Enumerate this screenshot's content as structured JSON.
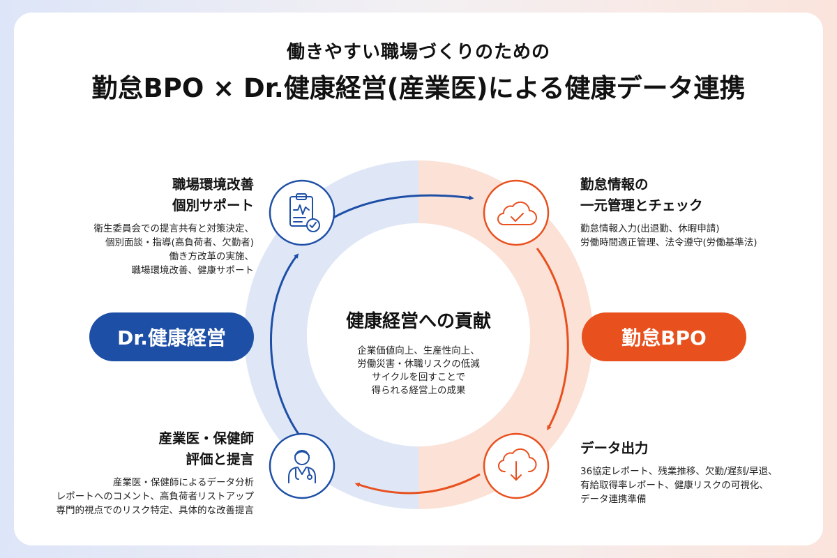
{
  "title": {
    "line1": "働きやすい職場づくりのための",
    "line2": "勤怠BPO × Dr.健康経営(産業医)による健康データ連携"
  },
  "center": {
    "title": "健康経営への貢献",
    "desc": [
      "企業価値向上、生産性向上、",
      "労働災害・休職リスクの低減",
      "サイクルを回すことで",
      "得られる経営上の成果"
    ]
  },
  "left_pill": {
    "label": "Dr.健康経営"
  },
  "right_pill": {
    "label": "勤怠BPO"
  },
  "nodes": {
    "top_left": {
      "title": [
        "職場環境改善",
        "個別サポート"
      ],
      "desc": [
        "衛生委員会での提言共有と対策決定、",
        "個別面談・指導(高負荷者、欠勤者)",
        "働き方改革の実施、",
        "職場環境改善、健康サポート"
      ],
      "icon": "clipboard-check-icon"
    },
    "top_right": {
      "title": [
        "勤怠情報の",
        "一元管理とチェック"
      ],
      "desc": [
        "勤怠情報入力(出退勤、休暇申請)",
        "労働時間適正管理、法令遵守(労働基準法)"
      ],
      "icon": "cloud-check-icon"
    },
    "bottom_right": {
      "title": [
        "データ出力"
      ],
      "desc": [
        "36協定レポート、残業推移、欠勤/遅刻/早退、",
        "有給取得率レポート、健康リスクの可視化、",
        "データ連携準備"
      ],
      "icon": "cloud-download-icon"
    },
    "bottom_left": {
      "title": [
        "産業医・保健師",
        "評価と提言"
      ],
      "desc": [
        "産業医・保健師によるデータ分析",
        "レポートへのコメント、高負荷者リストアップ",
        "専門的視点でのリスク特定、具体的な改善提言"
      ],
      "icon": "doctor-icon"
    }
  },
  "colors": {
    "blue": "#1e4fa6",
    "orange": "#e8501e",
    "ring_blue": "#dfe7f7",
    "ring_orange": "#fbe1d6"
  }
}
